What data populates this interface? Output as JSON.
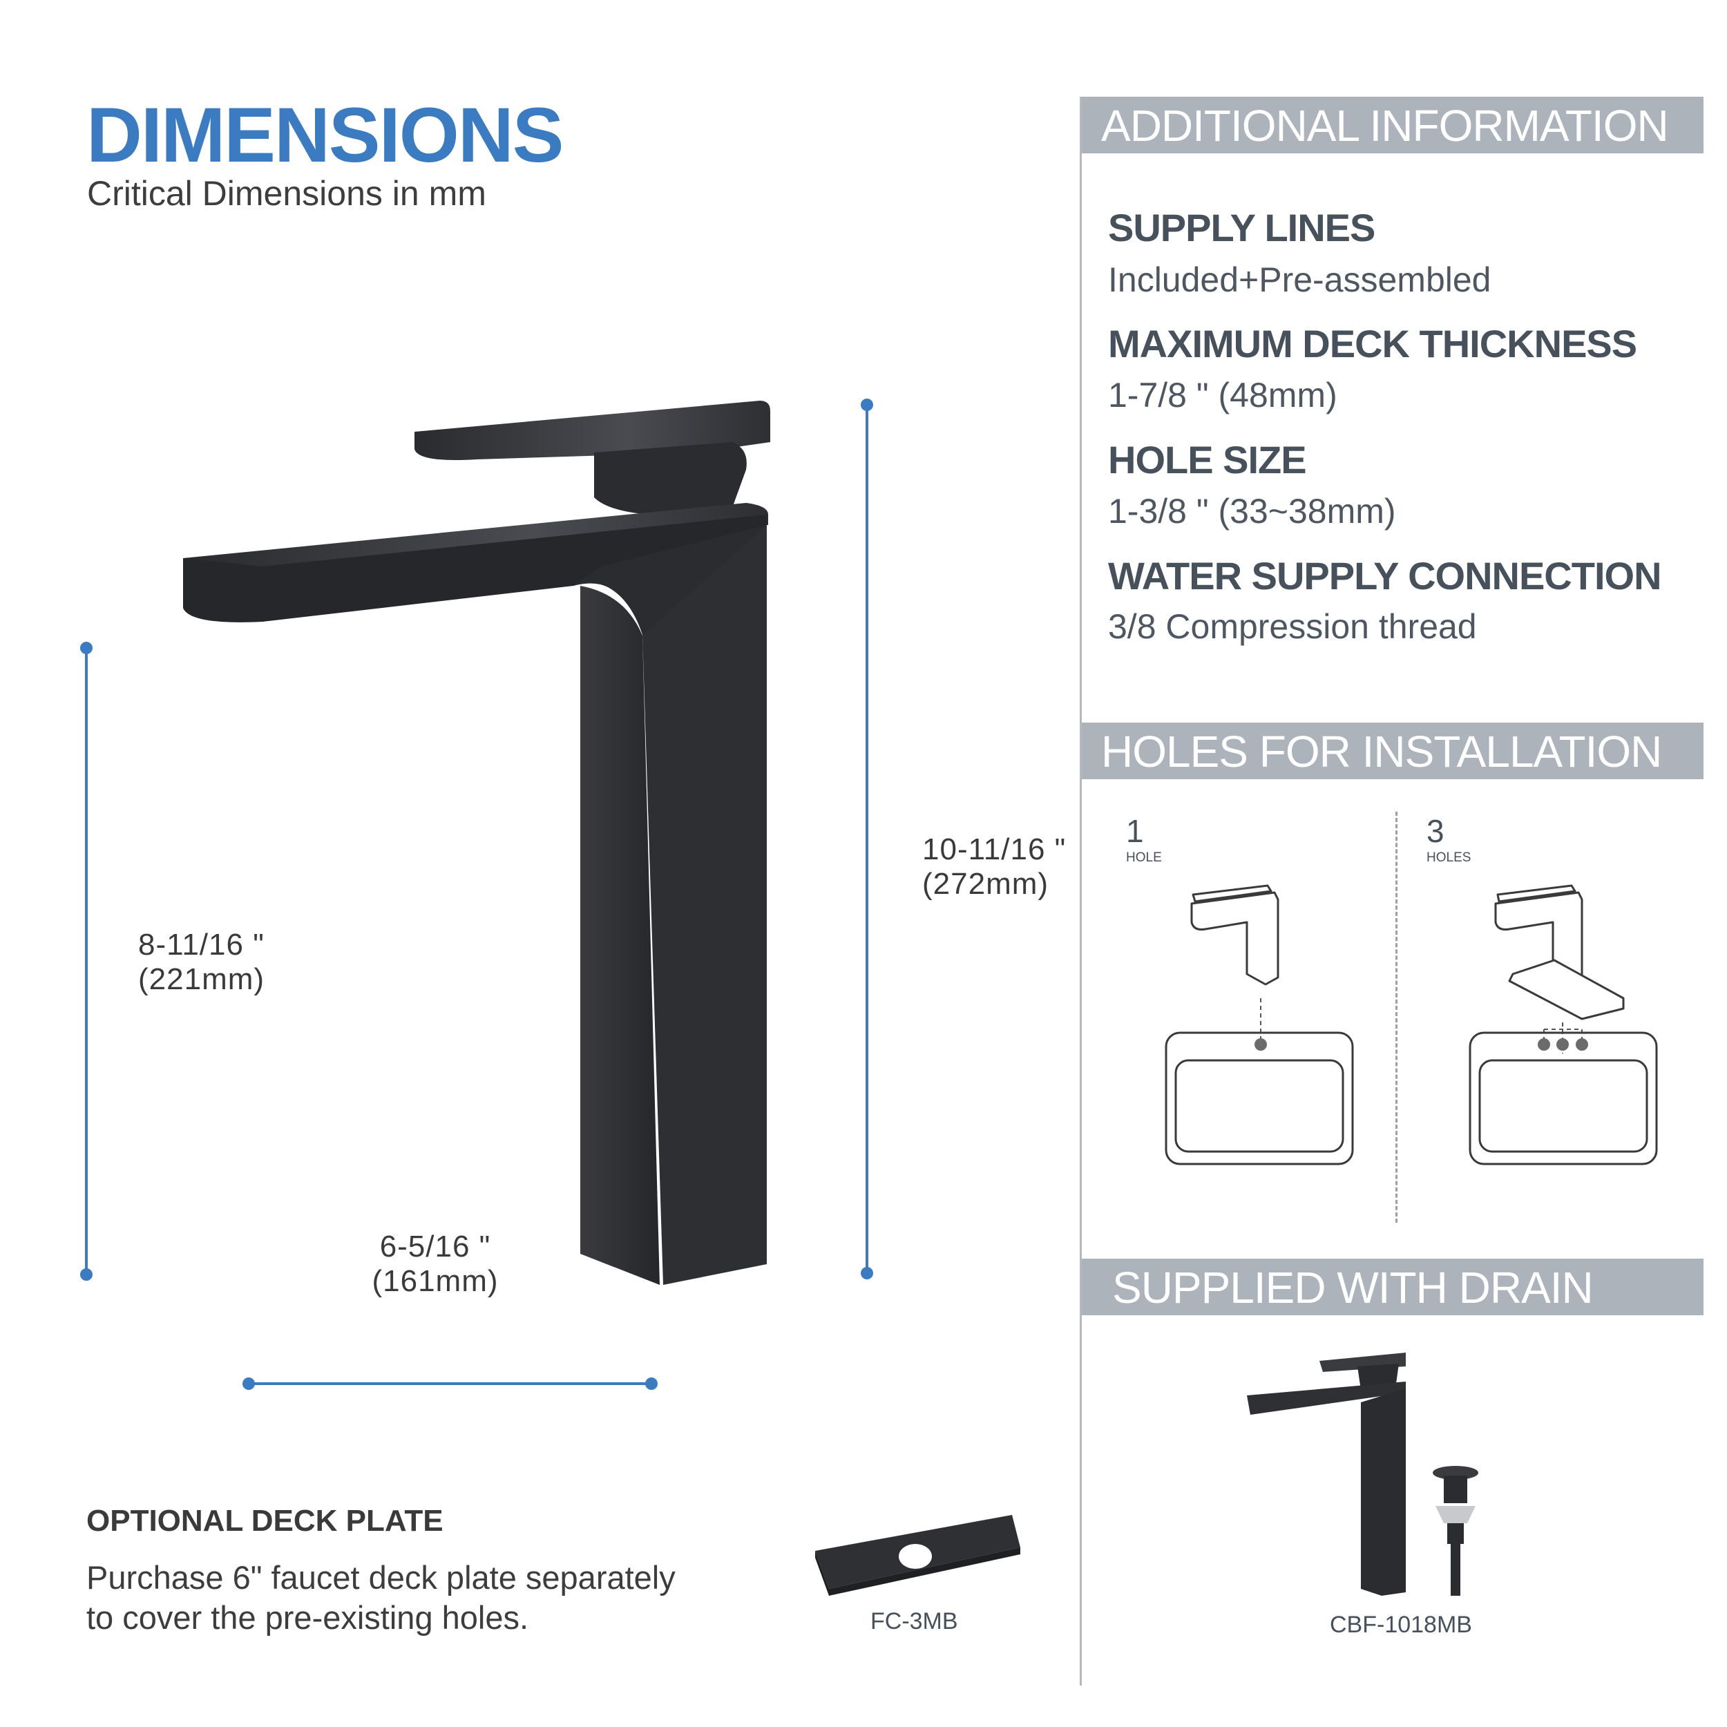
{
  "header": {
    "title": "DIMENSIONS",
    "subtitle": "Critical Dimensions in mm"
  },
  "dimensions": {
    "height_spout": {
      "imperial": "8-11/16 \"",
      "metric": "(221mm)"
    },
    "height_total": {
      "imperial": "10-11/16 \"",
      "metric": "(272mm)"
    },
    "reach": {
      "imperial": "6-5/16 \"",
      "metric": "(161mm)"
    }
  },
  "colors": {
    "accent_blue": "#3b7bc2",
    "band_gray": "#adb3bb",
    "text_dark": "#47515b",
    "faucet_black": "#2b2c2f"
  },
  "additional_info": {
    "heading": "ADDITIONAL INFORMATION",
    "items": [
      {
        "label": "SUPPLY LINES",
        "value": "Included+Pre-assembled"
      },
      {
        "label": "MAXIMUM DECK THICKNESS",
        "value": "1-7/8 \" (48mm)"
      },
      {
        "label": "HOLE SIZE",
        "value": "1-3/8 \" (33~38mm)"
      },
      {
        "label": "WATER SUPPLY CONNECTION",
        "value": "3/8 Compression thread"
      }
    ]
  },
  "holes": {
    "heading": "HOLES FOR INSTALLATION",
    "options": [
      {
        "count": "1",
        "label": "HOLE"
      },
      {
        "count": "3",
        "label": "HOLES"
      }
    ]
  },
  "drain": {
    "heading": "SUPPLIED WITH DRAIN",
    "sku": "CBF-1018MB"
  },
  "deck_plate": {
    "heading": "OPTIONAL DECK PLATE",
    "line1": "Purchase 6\" faucet deck plate separately",
    "line2": "to cover the pre-existing holes.",
    "sku": "FC-3MB"
  }
}
